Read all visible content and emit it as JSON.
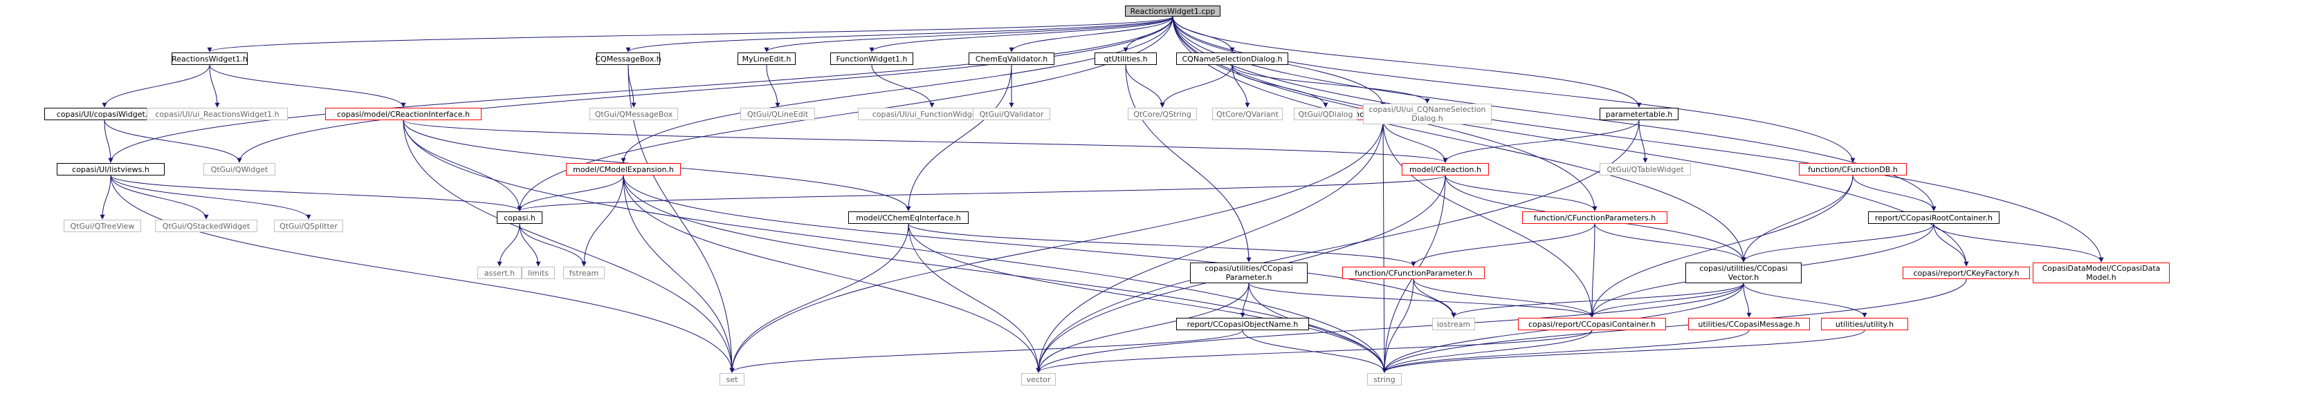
{
  "graph": {
    "edge_color": "#191970",
    "colors": {
      "root_fill": "#bfbfbf",
      "documented_border": "#000000",
      "incomplete_border": "#ff0000",
      "external_border": "#bfbfbf",
      "external_text": "#666666"
    },
    "nodes": [
      {
        "id": "n_root",
        "label": "ReactionsWidget1.cpp",
        "kind": "root"
      },
      {
        "id": "n_rw1h",
        "label": "ReactionsWidget1.h",
        "kind": "black"
      },
      {
        "id": "n_cqmsg",
        "label": "CQMessageBox.h",
        "kind": "black"
      },
      {
        "id": "n_mylineedit",
        "label": "MyLineEdit.h",
        "kind": "black"
      },
      {
        "id": "n_fw1h",
        "label": "FunctionWidget1.h",
        "kind": "black"
      },
      {
        "id": "n_chemeqval",
        "label": "ChemEqValidator.h",
        "kind": "black"
      },
      {
        "id": "n_qtutil",
        "label": "qtUtilities.h",
        "kind": "black"
      },
      {
        "id": "n_cqnamesel",
        "label": "CQNameSelectionDialog.h",
        "kind": "black"
      },
      {
        "id": "n_cmodel",
        "label": "model/CModel.h",
        "kind": "red"
      },
      {
        "id": "n_paramtable",
        "label": "parametertable.h",
        "kind": "black"
      },
      {
        "id": "n_cfuncdb",
        "label": "function/CFunctionDB.h",
        "kind": "red"
      },
      {
        "id": "n_copasiwidget",
        "label": "copasi/UI/copasiWidget.h",
        "kind": "black"
      },
      {
        "id": "n_uirw1",
        "label": "copasi/UI/ui_ReactionsWidget1.h",
        "kind": "gray"
      },
      {
        "id": "n_creactif",
        "label": "copasi/model/CReactionInterface.h",
        "kind": "red"
      },
      {
        "id": "n_qmsgbox",
        "label": "QtGui/QMessageBox",
        "kind": "gray"
      },
      {
        "id": "n_qlineedit",
        "label": "QtGui/QLineEdit",
        "kind": "gray"
      },
      {
        "id": "n_uifw1",
        "label": "copasi/UI/ui_FunctionWidget1.h",
        "kind": "gray"
      },
      {
        "id": "n_qvalidator",
        "label": "QtGui/QValidator",
        "kind": "gray"
      },
      {
        "id": "n_qstring",
        "label": "QtCore/QString",
        "kind": "gray"
      },
      {
        "id": "n_qvariant",
        "label": "QtCore/QVariant",
        "kind": "gray"
      },
      {
        "id": "n_qdialog",
        "label": "QtGui/QDialog",
        "kind": "gray"
      },
      {
        "id": "n_uicqnamesel",
        "label": "copasi/UI/ui_CQNameSelection\nDialog.h",
        "kind": "gray"
      },
      {
        "id": "n_qtablewidget",
        "label": "QtGui/QTableWidget",
        "kind": "gray"
      },
      {
        "id": "n_listviews",
        "label": "copasi/UI/listviews.h",
        "kind": "black"
      },
      {
        "id": "n_qwidget",
        "label": "QtGui/QWidget",
        "kind": "gray"
      },
      {
        "id": "n_cmodelexp",
        "label": "model/CModelExpansion.h",
        "kind": "red"
      },
      {
        "id": "n_creaction",
        "label": "model/CReaction.h",
        "kind": "red"
      },
      {
        "id": "n_rootcontainer",
        "label": "report/CCopasiRootContainer.h",
        "kind": "black"
      },
      {
        "id": "n_qtreeview",
        "label": "QtGui/QTreeView",
        "kind": "gray"
      },
      {
        "id": "n_qstackedwidget",
        "label": "QtGui/QStackedWidget",
        "kind": "gray"
      },
      {
        "id": "n_qsplitter",
        "label": "QtGui/QSplitter",
        "kind": "gray"
      },
      {
        "id": "n_copasih",
        "label": "copasi.h",
        "kind": "black"
      },
      {
        "id": "n_chemeqif",
        "label": "model/CChemEqInterface.h",
        "kind": "black"
      },
      {
        "id": "n_cfuncparams",
        "label": "function/CFunctionParameters.h",
        "kind": "red"
      },
      {
        "id": "n_ckeyfactory",
        "label": "copasi/report/CKeyFactory.h",
        "kind": "red"
      },
      {
        "id": "n_datamodel",
        "label": "CopasiDataModel/CCopasiData\nModel.h",
        "kind": "red"
      },
      {
        "id": "n_cfuncparam",
        "label": "function/CFunctionParameter.h",
        "kind": "red"
      },
      {
        "id": "n_ccopasiparam",
        "label": "copasi/utilities/CCopasi\nParameter.h",
        "kind": "black"
      },
      {
        "id": "n_ccopasivector",
        "label": "copasi/utilities/CCopasi\nVector.h",
        "kind": "black"
      },
      {
        "id": "n_asserth",
        "label": "assert.h",
        "kind": "gray"
      },
      {
        "id": "n_limits",
        "label": "limits",
        "kind": "gray"
      },
      {
        "id": "n_fstream",
        "label": "fstream",
        "kind": "gray"
      },
      {
        "id": "n_iostream",
        "label": "iostream",
        "kind": "gray"
      },
      {
        "id": "n_objname",
        "label": "report/CCopasiObjectName.h",
        "kind": "black"
      },
      {
        "id": "n_ccopasicontainer",
        "label": "copasi/report/CCopasiContainer.h",
        "kind": "red"
      },
      {
        "id": "n_ccopasimessage",
        "label": "utilities/CCopasiMessage.h",
        "kind": "red"
      },
      {
        "id": "n_utility",
        "label": "utilities/utility.h",
        "kind": "red"
      },
      {
        "id": "n_set",
        "label": "set",
        "kind": "gray"
      },
      {
        "id": "n_vector",
        "label": "vector",
        "kind": "gray"
      },
      {
        "id": "n_string",
        "label": "string",
        "kind": "gray"
      }
    ],
    "edges": [
      [
        "n_root",
        "n_rw1h"
      ],
      [
        "n_root",
        "n_cqmsg"
      ],
      [
        "n_root",
        "n_mylineedit"
      ],
      [
        "n_root",
        "n_fw1h"
      ],
      [
        "n_root",
        "n_chemeqval"
      ],
      [
        "n_root",
        "n_qtutil"
      ],
      [
        "n_root",
        "n_cqnamesel"
      ],
      [
        "n_root",
        "n_cmodel"
      ],
      [
        "n_root",
        "n_paramtable"
      ],
      [
        "n_root",
        "n_cfuncdb"
      ],
      [
        "n_root",
        "n_rootcontainer"
      ],
      [
        "n_root",
        "n_ckeyfactory"
      ],
      [
        "n_root",
        "n_datamodel"
      ],
      [
        "n_root",
        "n_ccopasivector"
      ],
      [
        "n_root",
        "n_cfuncparams"
      ],
      [
        "n_root",
        "n_cmodelexp"
      ],
      [
        "n_root",
        "n_copasih"
      ],
      [
        "n_root",
        "n_qwidget"
      ],
      [
        "n_root",
        "n_listviews"
      ],
      [
        "n_rw1h",
        "n_copasiwidget"
      ],
      [
        "n_rw1h",
        "n_uirw1"
      ],
      [
        "n_rw1h",
        "n_creactif"
      ],
      [
        "n_copasiwidget",
        "n_listviews"
      ],
      [
        "n_copasiwidget",
        "n_qwidget"
      ],
      [
        "n_creactif",
        "n_copasih"
      ],
      [
        "n_creactif",
        "n_creaction"
      ],
      [
        "n_creactif",
        "n_chemeqif"
      ],
      [
        "n_creactif",
        "n_set"
      ],
      [
        "n_creactif",
        "n_string"
      ],
      [
        "n_cqmsg",
        "n_qmsgbox"
      ],
      [
        "n_cqmsg",
        "n_set"
      ],
      [
        "n_mylineedit",
        "n_qlineedit"
      ],
      [
        "n_fw1h",
        "n_uifw1"
      ],
      [
        "n_chemeqval",
        "n_qvalidator"
      ],
      [
        "n_chemeqval",
        "n_chemeqif"
      ],
      [
        "n_qtutil",
        "n_qstring"
      ],
      [
        "n_qtutil",
        "n_ccopasiparam"
      ],
      [
        "n_cqnamesel",
        "n_qstring"
      ],
      [
        "n_cqnamesel",
        "n_qvariant"
      ],
      [
        "n_cqnamesel",
        "n_qdialog"
      ],
      [
        "n_cqnamesel",
        "n_uicqnamesel"
      ],
      [
        "n_cmodel",
        "n_creaction"
      ],
      [
        "n_cmodel",
        "n_ccopasicontainer"
      ],
      [
        "n_cmodel",
        "n_vector"
      ],
      [
        "n_cmodel",
        "n_string"
      ],
      [
        "n_cmodel",
        "n_set"
      ],
      [
        "n_paramtable",
        "n_qtablewidget"
      ],
      [
        "n_paramtable",
        "n_creaction"
      ],
      [
        "n_paramtable",
        "n_vector"
      ],
      [
        "n_cfuncdb",
        "n_rootcontainer"
      ],
      [
        "n_cfuncdb",
        "n_ccopasivector"
      ],
      [
        "n_cfuncdb",
        "n_ccopasicontainer"
      ],
      [
        "n_listviews",
        "n_qtreeview"
      ],
      [
        "n_listviews",
        "n_qstackedwidget"
      ],
      [
        "n_listviews",
        "n_qsplitter"
      ],
      [
        "n_listviews",
        "n_copasih"
      ],
      [
        "n_listviews",
        "n_set"
      ],
      [
        "n_cmodelexp",
        "n_copasih"
      ],
      [
        "n_cmodelexp",
        "n_fstream"
      ],
      [
        "n_cmodelexp",
        "n_set"
      ],
      [
        "n_cmodelexp",
        "n_vector"
      ],
      [
        "n_cmodelexp",
        "n_string"
      ],
      [
        "n_cmodelexp",
        "n_iostream"
      ],
      [
        "n_creaction",
        "n_copasih"
      ],
      [
        "n_creaction",
        "n_cfuncparams"
      ],
      [
        "n_creaction",
        "n_ccopasivector"
      ],
      [
        "n_creaction",
        "n_vector"
      ],
      [
        "n_creaction",
        "n_string"
      ],
      [
        "n_rootcontainer",
        "n_ccopasivector"
      ],
      [
        "n_rootcontainer",
        "n_ckeyfactory"
      ],
      [
        "n_rootcontainer",
        "n_datamodel"
      ],
      [
        "n_rootcontainer",
        "n_ccopasicontainer"
      ],
      [
        "n_copasih",
        "n_asserth"
      ],
      [
        "n_copasih",
        "n_limits"
      ],
      [
        "n_copasih",
        "n_fstream"
      ],
      [
        "n_chemeqif",
        "n_cfuncparam"
      ],
      [
        "n_chemeqif",
        "n_set"
      ],
      [
        "n_chemeqif",
        "n_vector"
      ],
      [
        "n_chemeqif",
        "n_string"
      ],
      [
        "n_cfuncparams",
        "n_cfuncparam"
      ],
      [
        "n_cfuncparams",
        "n_ccopasivector"
      ],
      [
        "n_cfuncparams",
        "n_ccopasicontainer"
      ],
      [
        "n_ckeyfactory",
        "n_string"
      ],
      [
        "n_cfuncparam",
        "n_iostream"
      ],
      [
        "n_cfuncparam",
        "n_ccopasicontainer"
      ],
      [
        "n_cfuncparam",
        "n_string"
      ],
      [
        "n_ccopasiparam",
        "n_objname"
      ],
      [
        "n_ccopasiparam",
        "n_ccopasicontainer"
      ],
      [
        "n_ccopasiparam",
        "n_vector"
      ],
      [
        "n_ccopasiparam",
        "n_string"
      ],
      [
        "n_ccopasivector",
        "n_iostream"
      ],
      [
        "n_ccopasivector",
        "n_ccopasicontainer"
      ],
      [
        "n_ccopasivector",
        "n_ccopasimessage"
      ],
      [
        "n_ccopasivector",
        "n_utility"
      ],
      [
        "n_ccopasivector",
        "n_vector"
      ],
      [
        "n_ccopasivector",
        "n_string"
      ],
      [
        "n_objname",
        "n_set"
      ],
      [
        "n_objname",
        "n_string"
      ],
      [
        "n_ccopasicontainer",
        "n_vector"
      ],
      [
        "n_ccopasicontainer",
        "n_string"
      ],
      [
        "n_ccopasimessage",
        "n_string"
      ],
      [
        "n_utility",
        "n_string"
      ]
    ]
  }
}
